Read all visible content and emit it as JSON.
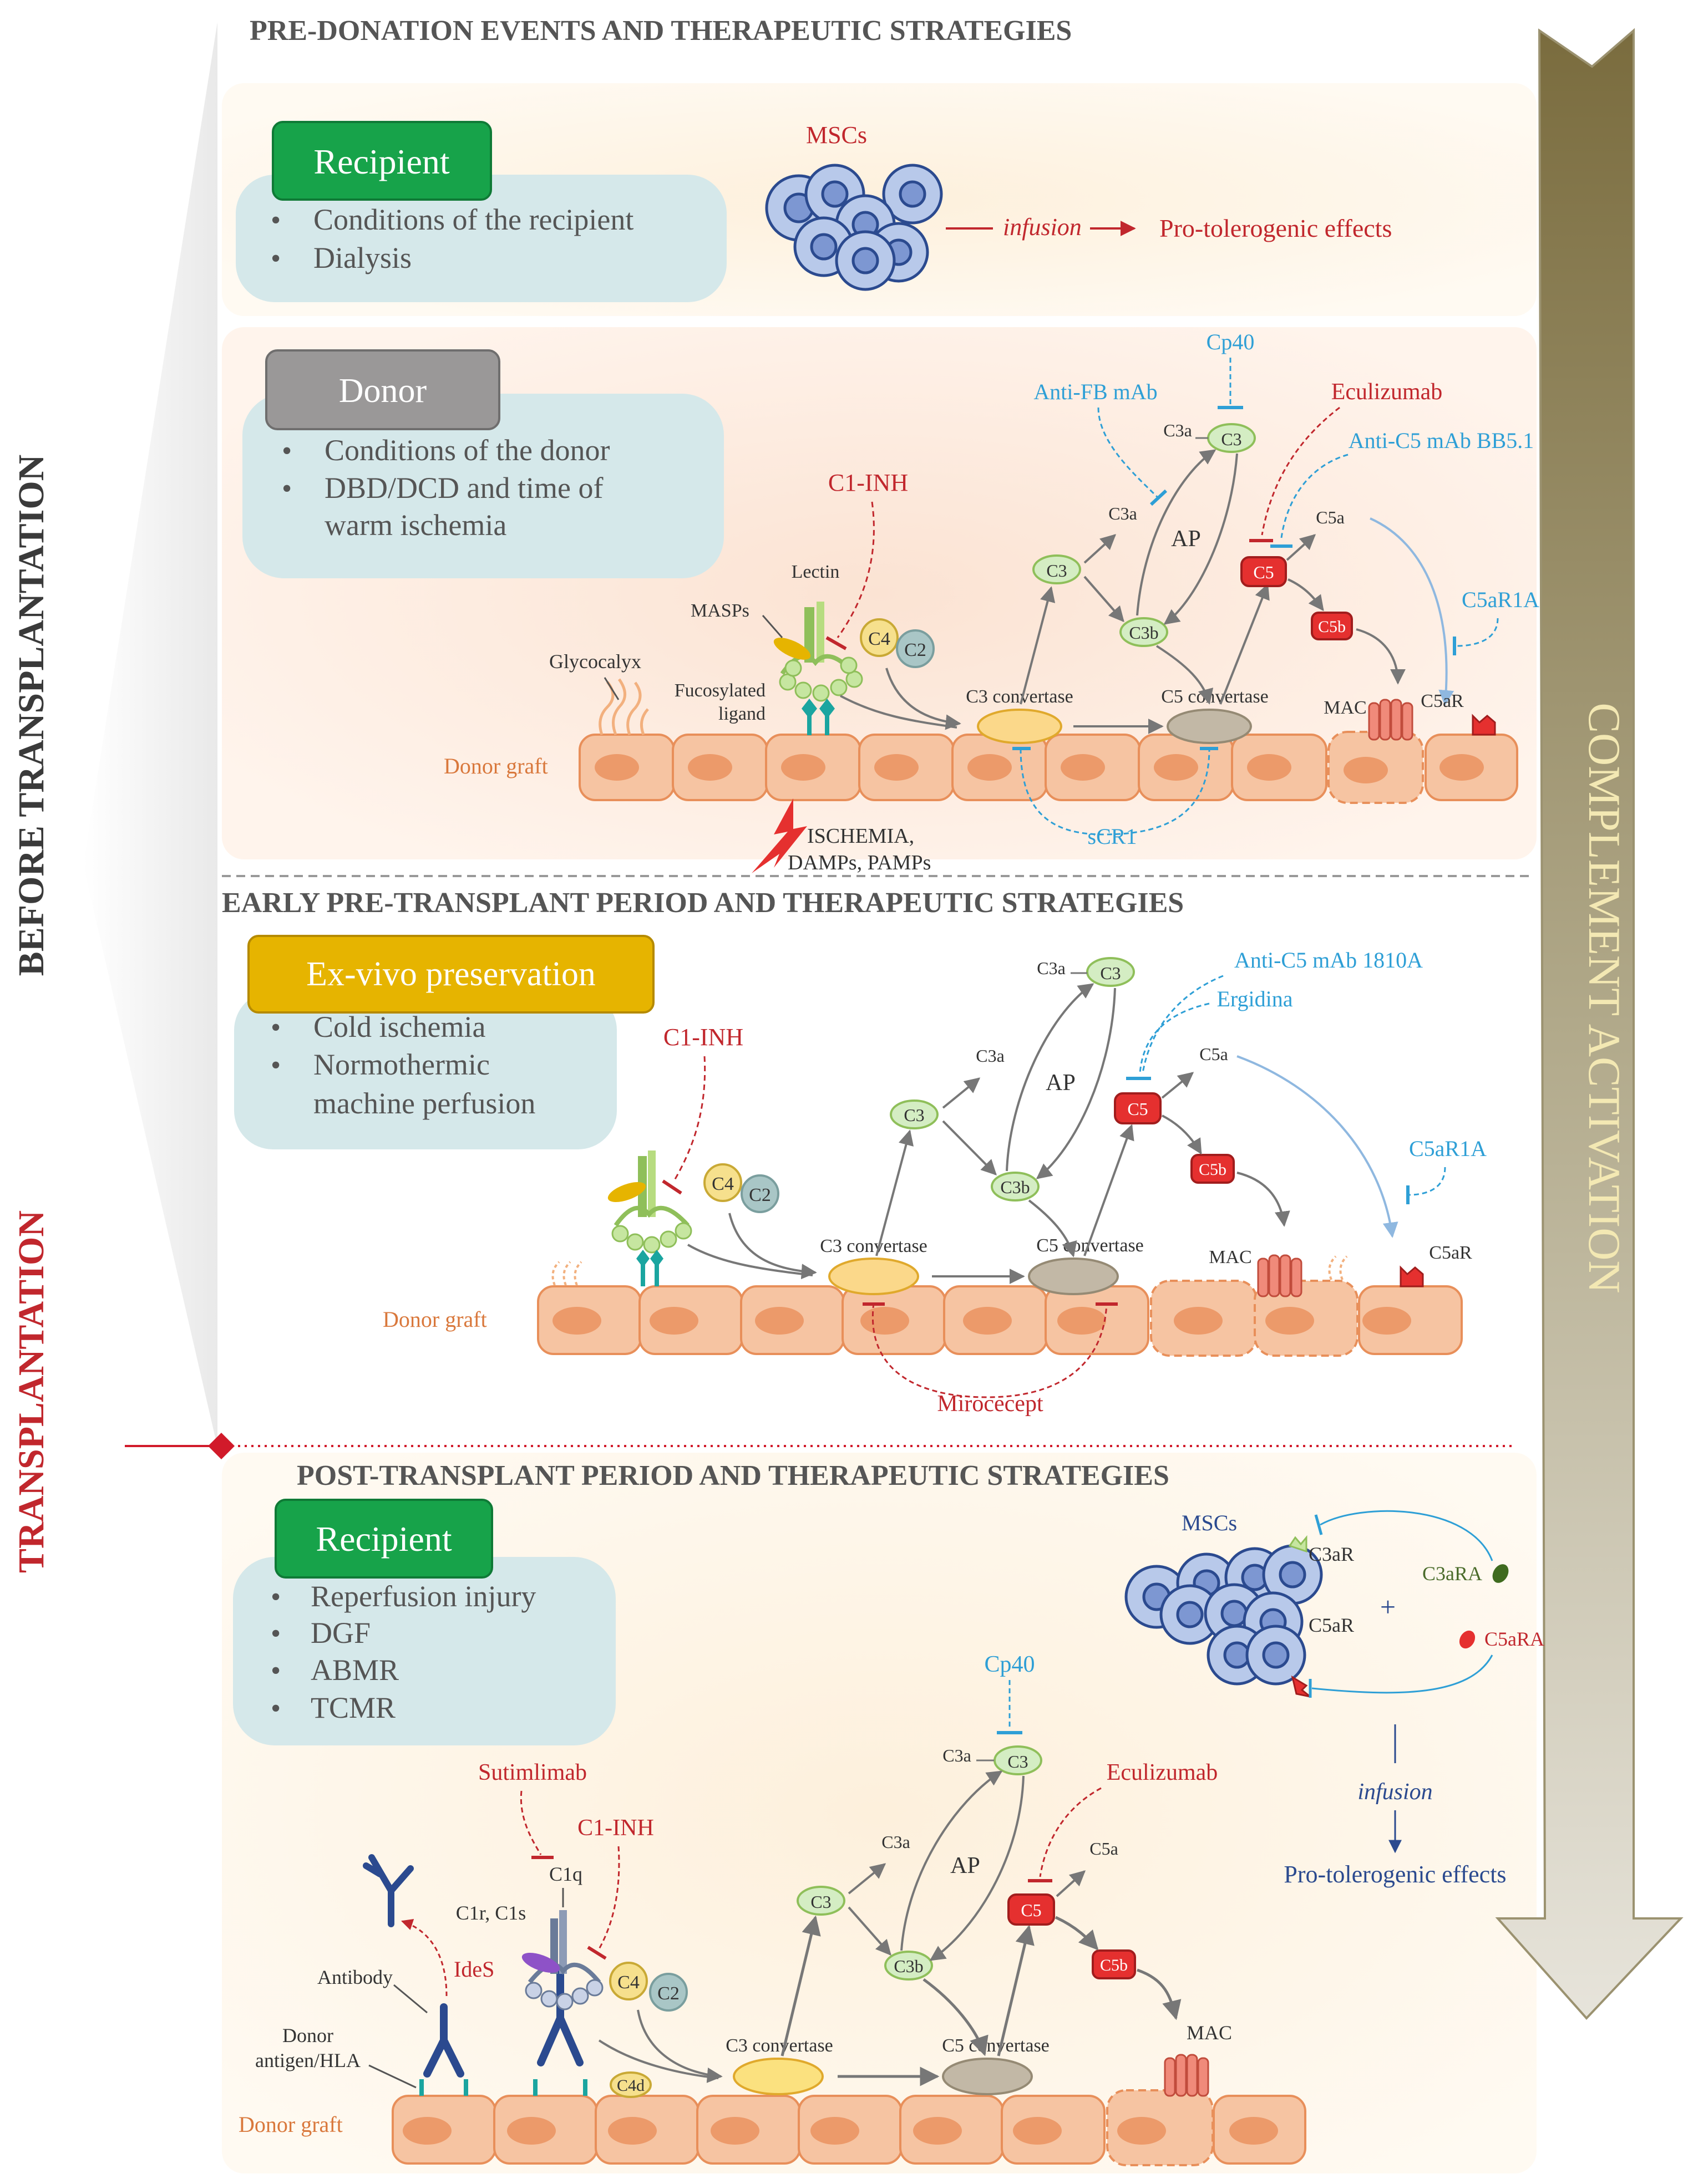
{
  "colors": {
    "red": "#c1272d",
    "blue": "#2e9fd6",
    "navy": "#2b4a8f",
    "heading": "#4d4d4d",
    "green": "#17a34a",
    "gray_box": "#9a9898",
    "gold": "#e6b400",
    "teal_box": "#d5e8ea",
    "cell_fill": "#f6c4a2",
    "cell_stroke": "#e88f5a",
    "nucleus": "#ec9a6a",
    "arrow_gold": "#8c7e52",
    "graft_text": "#d9783c"
  },
  "side": {
    "before": "BEFORE TRANSPLANTATION",
    "transplantation": "TRANSPLANTATION"
  },
  "arrow": {
    "label": "COMPLEMENT ACTIVATION"
  },
  "section1": {
    "title": "PRE-DONATION EVENTS AND THERAPEUTIC STRATEGIES",
    "recipient": {
      "header": "Recipient",
      "items": [
        "Conditions of the recipient",
        "Dialysis"
      ]
    },
    "mscs": {
      "label": "MSCs",
      "infusion": "infusion",
      "effect": "Pro-tolerogenic effects"
    },
    "donor": {
      "header": "Donor",
      "items": [
        "Conditions of the donor",
        "DBD/DCD and time of",
        "warm ischemia"
      ]
    },
    "labels": {
      "cp40": "Cp40",
      "antifb": "Anti-FB mAb",
      "eculizumab": "Eculizumab",
      "antic5": "Anti-C5 mAb BB5.1",
      "c1inh": "C1-INH",
      "c5ar1a": "C5aR1A",
      "lectin": "Lectin",
      "masps": "MASPs",
      "glycocalyx": "Glycocalyx",
      "fucosylated": "Fucosylated",
      "ligand": "ligand",
      "c3conv": "C3 convertase",
      "c5conv": "C5 convertase",
      "mac": "MAC",
      "c5ar": "C5aR",
      "graft": "Donor graft",
      "scr1": "sCR1",
      "ischemia": "ISCHEMIA,",
      "damps": "DAMPs, PAMPs",
      "ap": "AP",
      "c3": "C3",
      "c3a": "C3a",
      "c3b": "C3b",
      "c4": "C4",
      "c2": "C2",
      "c5": "C5",
      "c5a": "C5a",
      "c5b": "C5b"
    }
  },
  "section2": {
    "title": "EARLY PRE-TRANSPLANT PERIOD AND THERAPEUTIC STRATEGIES",
    "box": {
      "header": "Ex-vivo preservation",
      "items": [
        "Cold ischemia",
        "Normothermic",
        "machine perfusion"
      ]
    },
    "labels": {
      "antic5": "Anti-C5 mAb 1810A",
      "ergidina": "Ergidina",
      "c1inh": "C1-INH",
      "c5ar1a": "C5aR1A",
      "mirocecept": "Mirocecept",
      "c3conv": "C3 convertase",
      "c5conv": "C5 convertase",
      "mac": "MAC",
      "c5ar": "C5aR",
      "graft": "Donor graft",
      "ap": "AP",
      "c3": "C3",
      "c3a": "C3a",
      "c3b": "C3b",
      "c4": "C4",
      "c2": "C2",
      "c5": "C5",
      "c5a": "C5a",
      "c5b": "C5b"
    }
  },
  "section3": {
    "title": "POST-TRANSPLANT PERIOD AND THERAPEUTIC STRATEGIES",
    "recipient": {
      "header": "Recipient",
      "items": [
        "Reperfusion injury",
        "DGF",
        "ABMR",
        "TCMR"
      ]
    },
    "labels": {
      "mscs": "MSCs",
      "c3ar": "C3aR",
      "c5ar": "C5aR",
      "c3ara": "C3aRA",
      "c5ara": "C5aRA",
      "plus": "+",
      "infusion": "infusion",
      "effect": "Pro-tolerogenic effects",
      "cp40": "Cp40",
      "eculizumab": "Eculizumab",
      "sutimlimab": "Sutimlimab",
      "c1inh": "C1-INH",
      "c1q": "C1q",
      "c1rs": "C1r, C1s",
      "ides": "IdeS",
      "antibody": "Antibody",
      "donor_ag1": "Donor",
      "donor_ag2": "antigen/HLA",
      "c3conv": "C3 convertase",
      "c5conv": "C5 convertase",
      "mac": "MAC",
      "graft": "Donor graft",
      "c4d": "C4d",
      "ap": "AP",
      "c3": "C3",
      "c3a": "C3a",
      "c3b": "C3b",
      "c4": "C4",
      "c2": "C2",
      "c5": "C5",
      "c5a": "C5a",
      "c5b": "C5b"
    }
  }
}
